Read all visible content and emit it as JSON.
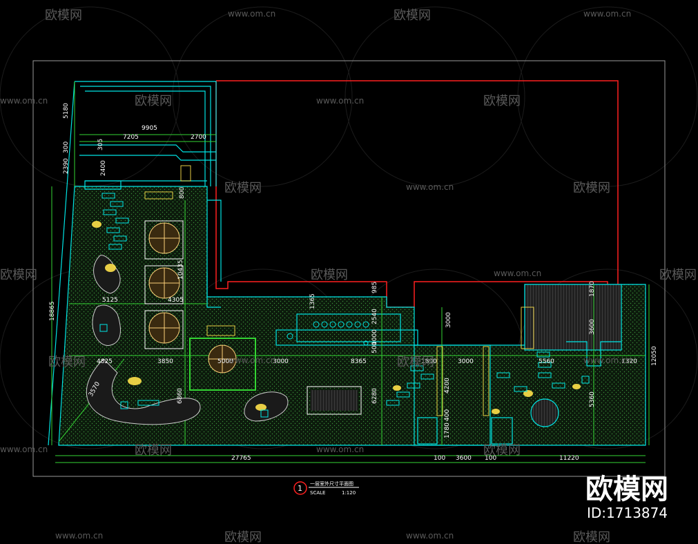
{
  "watermark": {
    "brand": "欧模网",
    "site": "www.om.cn",
    "site_partial": "www.om.cn",
    "id_label": "ID:1713874"
  },
  "colors": {
    "background": "#000000",
    "cyan": "#00e5e5",
    "green": "#33d633",
    "red": "#ff2020",
    "yellow": "#ffe24a",
    "hatch": "#3a8f3a",
    "watermark": "#5a5a5a"
  },
  "title_block": {
    "number": "1",
    "title": "一层室外尺寸平面图",
    "scale_label": "SCALE",
    "scale_value": "1:120"
  },
  "dimensions": {
    "top_5180": "5180",
    "top_9905": "9905",
    "top_7205": "7205",
    "top_2700": "2700",
    "top_300a": "300",
    "top_305": "305",
    "top_2390": "2390",
    "top_2400": "2400",
    "top_800": "800",
    "left_18865": "18865",
    "mid_10435": "10435",
    "mid_5125": "5125",
    "mid_4305": "4305",
    "mid_1365": "1365",
    "mid_985": "985",
    "mid_2540": "2540",
    "mid_1000": "1000",
    "mid_500": "500",
    "mid_3000v": "3000",
    "row_4825": "4825",
    "row_3850": "3850",
    "row_5000": "5000",
    "row_3000": "3000",
    "row_8365": "8365",
    "row_1800": "1800",
    "row_3000b": "3000",
    "row_5560": "5560",
    "row_1320": "1320",
    "v_6860": "6860",
    "v_6280": "6280",
    "v_4200": "4200",
    "v_1780": "1780",
    "v_3570": "3570",
    "v_1870": "1870",
    "v_3600": "3600",
    "v_5360": "5360",
    "v_400": "400",
    "right_12050": "12050",
    "bottom_27765": "27765",
    "bottom_100a": "100",
    "bottom_3600": "3600",
    "bottom_100b": "100",
    "bottom_11220": "11220",
    "diag_3570": "3570"
  }
}
